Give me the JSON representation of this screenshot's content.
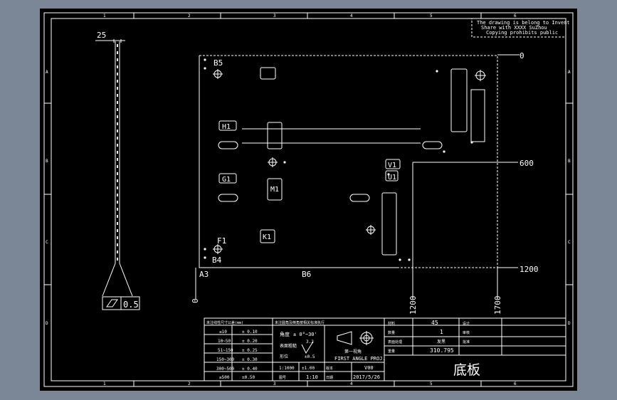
{
  "notice": {
    "line1": "The drawing is belong to Invent",
    "line2": "Share with XXXX SuZhou",
    "line3": "Copying prohibits public"
  },
  "border": {
    "cols": [
      "1",
      "2",
      "3",
      "4",
      "5",
      "6"
    ],
    "rows": [
      "A",
      "B",
      "C",
      "D"
    ]
  },
  "side_view": {
    "width_dim": "25",
    "thickness_dim": "0.5"
  },
  "plate": {
    "labels": {
      "b5": "B5",
      "b4": "B4",
      "f1": "F1",
      "a3": "A3",
      "b6": "B6",
      "h1": "H1",
      "g1": "G1",
      "m1": "M1",
      "k1": "K1",
      "v1": "V1",
      "u1": "U1"
    },
    "dims": {
      "d0_top": "0",
      "d600": "600",
      "d1200_right": "1200",
      "d0_left": "0",
      "d1200_bottom": "1200",
      "d1700": "1700"
    }
  },
  "title_block": {
    "tol_header": "未注线性尺寸公差(mm)",
    "tol_rows": [
      {
        "range": "≤10",
        "tol": "± 0.10"
      },
      {
        "range": "10~50",
        "tol": "± 0.20"
      },
      {
        "range": "51~150",
        "tol": "± 0.25"
      },
      {
        "range": "150~300",
        "tol": "± 0.30"
      },
      {
        "range": "300~500",
        "tol": "± 0.40"
      },
      {
        "range": "≥500",
        "tol": "±0.50"
      }
    ],
    "note_header": "未注圆角及倒角按相关标准执行",
    "angle_label": "角度",
    "angle_value": "± 0°~30'",
    "rough_label": "表面粗糙",
    "rough_value": "3.2",
    "shape_label": "形位",
    "shape_value": "±0.5",
    "proj_cn": "第一视角",
    "proj_en": "FIRST ANGLE PROJ.",
    "scale_value": "1:1000",
    "scale_value2": "±1.00",
    "drawing_no_label": "图号",
    "drawing_no": "1:10",
    "version_label": "版本",
    "version": "V00",
    "date_label": "日期",
    "date": "2017/5/26",
    "material_label": "材料",
    "material_value": "45",
    "qty_label": "数量",
    "qty_value": "1",
    "surface_label": "表面处理",
    "surface_value": "发黑",
    "weight_label": "重量",
    "weight_value": "310.795",
    "drawn_label": "设计",
    "check_label": "审核",
    "approve_label": "批准",
    "part_name": "底板"
  },
  "colors": {
    "paper": "#000000",
    "line": "#ffffff",
    "frame_bg": "#7b8796"
  }
}
